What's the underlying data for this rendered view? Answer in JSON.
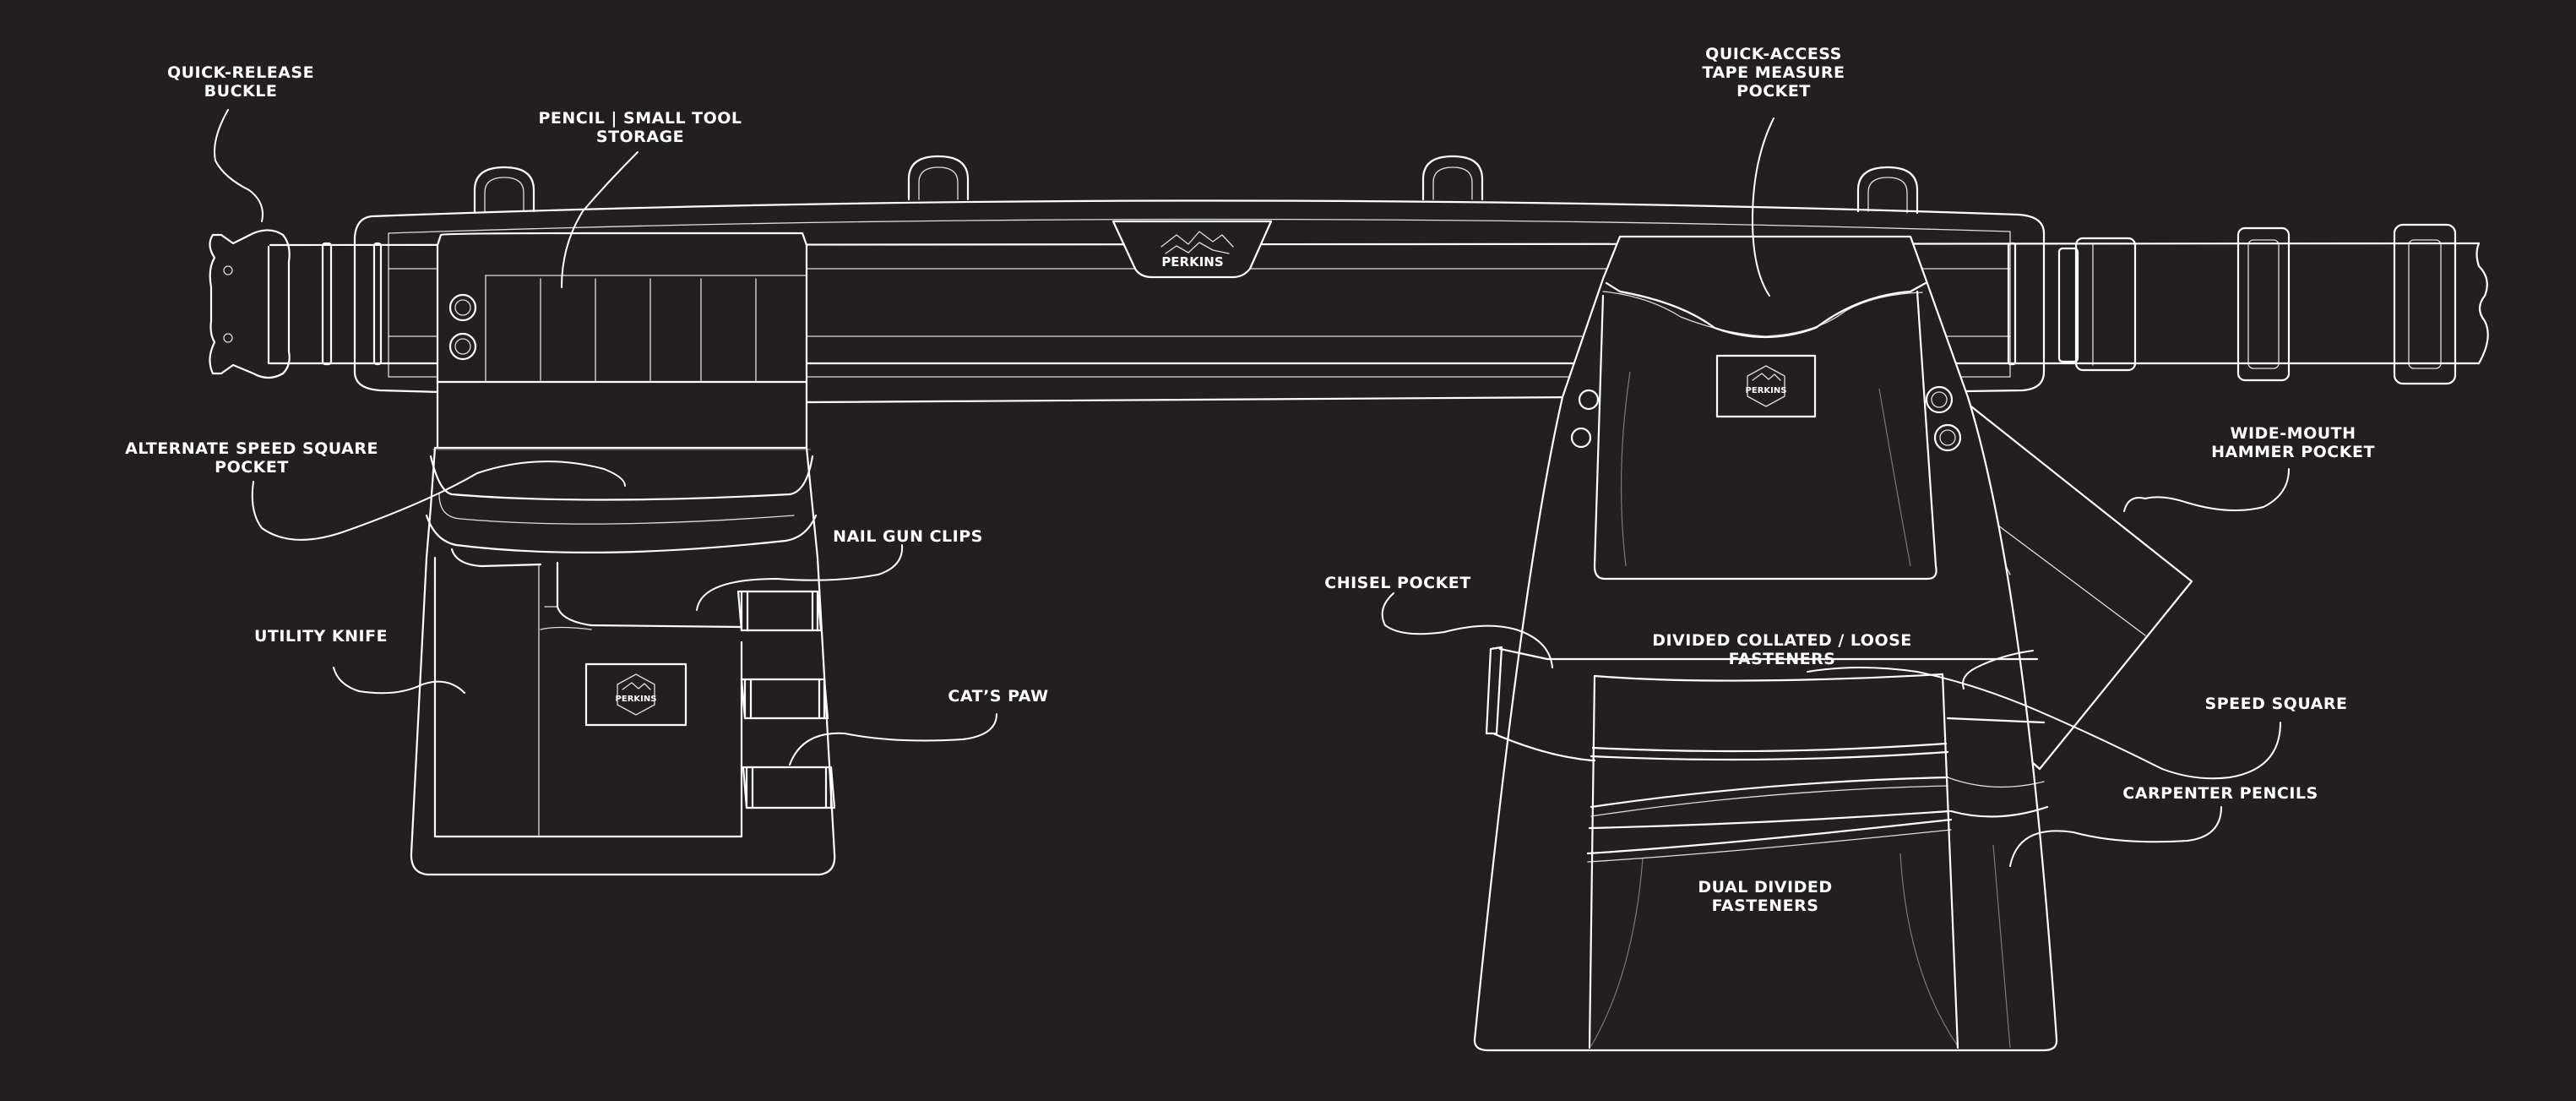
{
  "colors": {
    "background": "#231f20",
    "line": "#ffffff"
  },
  "brand": {
    "name": "PERKINS"
  },
  "callouts": [
    {
      "id": "quick-release-buckle",
      "text": "QUICK-RELEASE\nBUCKLE"
    },
    {
      "id": "pencil-small-tool-storage",
      "text": "PENCIL | SMALL TOOL\nSTORAGE"
    },
    {
      "id": "quick-access-tape-measure-pocket",
      "text": "QUICK-ACCESS\nTAPE MEASURE\nPOCKET"
    },
    {
      "id": "alternate-speed-square-pocket",
      "text": "ALTERNATE SPEED SQUARE\nPOCKET"
    },
    {
      "id": "nail-gun-clips",
      "text": "NAIL GUN CLIPS"
    },
    {
      "id": "utility-knife",
      "text": "UTILITY KNIFE"
    },
    {
      "id": "cats-paw",
      "text": "CAT’S PAW"
    },
    {
      "id": "wide-mouth-hammer-pocket",
      "text": "WIDE-MOUTH\nHAMMER POCKET"
    },
    {
      "id": "chisel-pocket",
      "text": "CHISEL POCKET"
    },
    {
      "id": "divided-collated-loose-fasteners",
      "text": "DIVIDED COLLATED / LOOSE\nFASTENERS"
    },
    {
      "id": "speed-square",
      "text": "SPEED SQUARE"
    },
    {
      "id": "carpenter-pencils",
      "text": "CARPENTER PENCILS"
    },
    {
      "id": "dual-divided-fasteners",
      "text": "DUAL DIVIDED\nFASTENERS"
    }
  ]
}
